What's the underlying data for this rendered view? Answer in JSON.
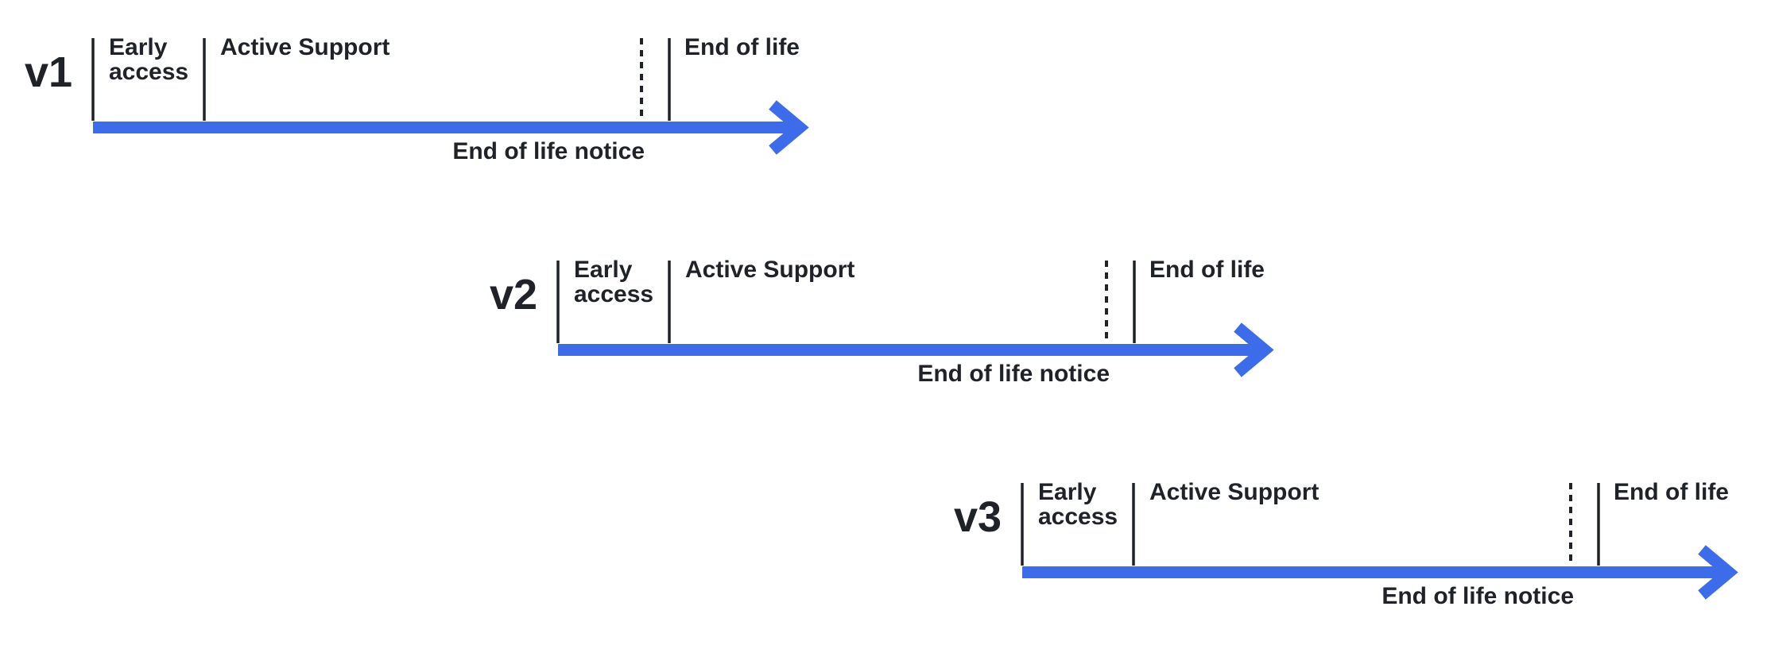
{
  "colors": {
    "background": "#ffffff",
    "text": "#1f2228",
    "arrow": "#3d6cea"
  },
  "rows": [
    {
      "version": "v1",
      "early_access_label": "Early\naccess",
      "active_support_label": "Active Support",
      "end_of_life_label": "End of life",
      "end_of_life_notice_label": "End of life notice"
    },
    {
      "version": "v2",
      "early_access_label": "Early\naccess",
      "active_support_label": "Active Support",
      "end_of_life_label": "End of life",
      "end_of_life_notice_label": "End of life notice"
    },
    {
      "version": "v3",
      "early_access_label": "Early\naccess",
      "active_support_label": "Active Support",
      "end_of_life_label": "End of life",
      "end_of_life_notice_label": "End of life notice"
    }
  ]
}
